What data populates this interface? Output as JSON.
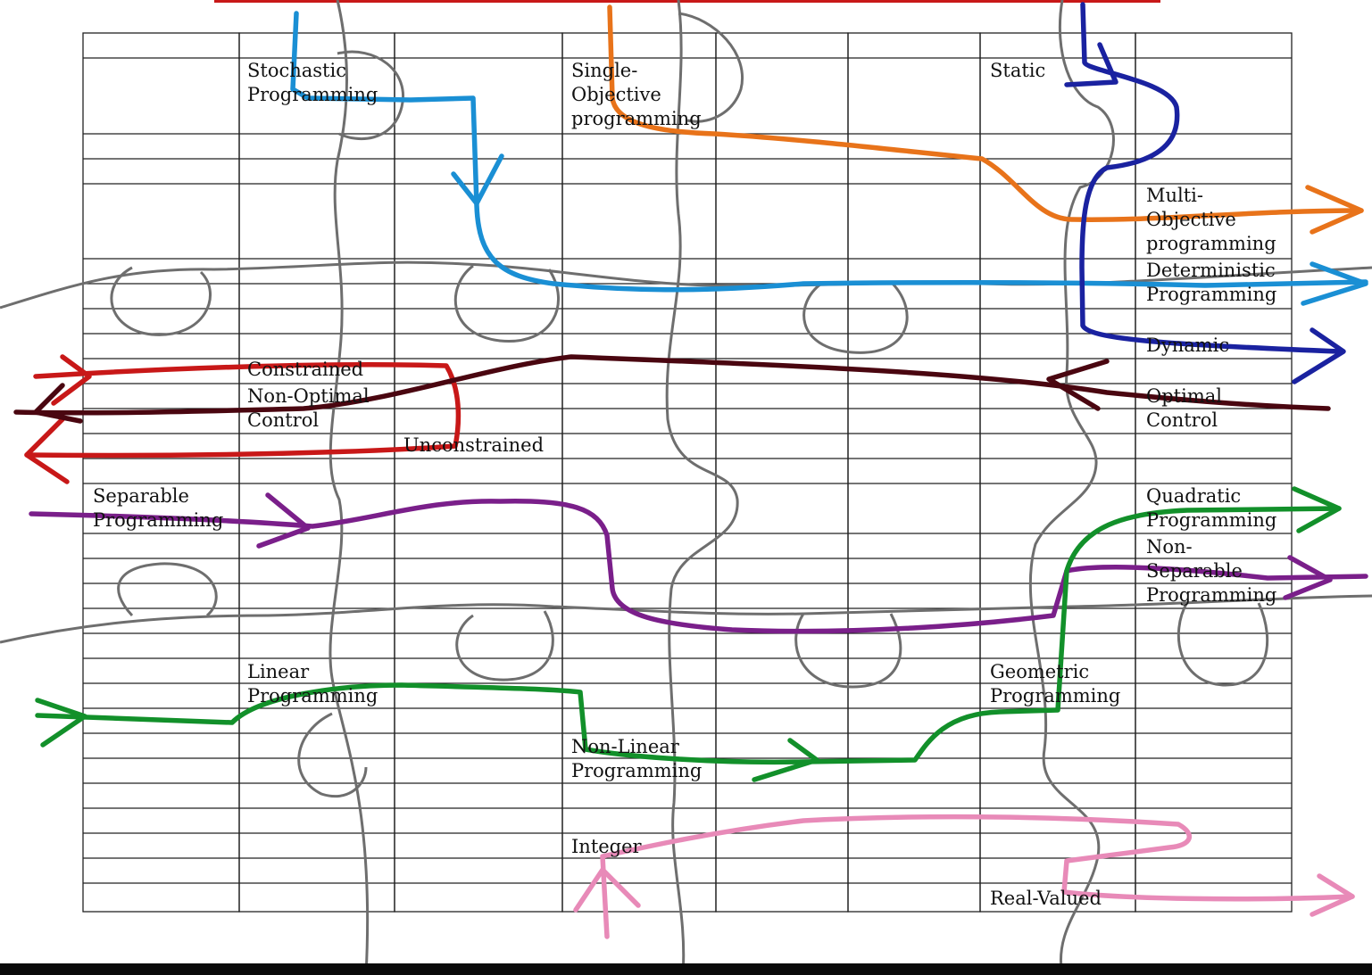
{
  "labels": {
    "stochastic": "Stochastic\nProgramming",
    "single_objective": "Single-\nObjective\nprogramming",
    "static": "Static",
    "multi_objective": "Multi-\nObjective\nprogramming",
    "deterministic": "Deterministic\nProgramming",
    "dynamic": "Dynamic",
    "constrained": "Constrained",
    "non_optimal_control": "Non-Optimal\nControl",
    "unconstrained": "Unconstrained",
    "optimal_control": "Optimal\nControl",
    "separable": "Separable\nProgramming",
    "quadratic": "Quadratic\nProgramming",
    "non_separable": "Non-\nSeparable\nProgramming",
    "linear": "Linear\nProgramming",
    "geometric": "Geometric\nProgramming",
    "non_linear": "Non-Linear\nProgramming",
    "integer": "Integer",
    "real_valued": "Real-Valued"
  },
  "colors": {
    "light_blue": "#1a8fd4",
    "orange": "#e8731a",
    "navy": "#1a22a0",
    "red": "#c81818",
    "maroon": "#4a0610",
    "purple": "#7a1f8a",
    "green": "#12902a",
    "pink": "#e88ab8"
  }
}
